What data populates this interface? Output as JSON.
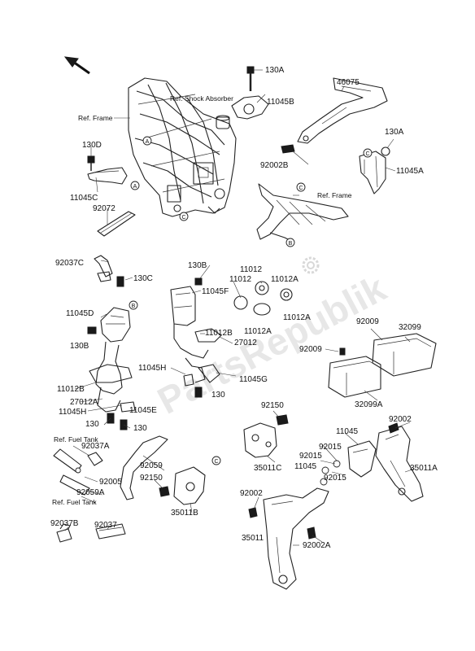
{
  "labels": {
    "l130A_top": "130A",
    "l46075": "46075",
    "lRefShock": "Ref. Shock Absorber",
    "l11045B": "11045B",
    "lRefFrame1": "Ref. Frame",
    "l130D": "130D",
    "l11045C": "11045C",
    "l92072": "92072",
    "l92002B": "92002B",
    "l130A_r": "130A",
    "l11045A": "11045A",
    "lRefFrame2": "Ref. Frame",
    "l92037C": "92037C",
    "l130C": "130C",
    "l130B_m": "130B",
    "l11012_a": "11012",
    "l11012_b": "11012",
    "l11045F": "11045F",
    "l11012A_a": "11012A",
    "l11012A_b": "11012A",
    "l11045D": "11045D",
    "l130B_l": "130B",
    "l11012B_m": "11012B",
    "l27012_m": "27012",
    "l11045H_m": "11045H",
    "l11045G": "11045G",
    "l130_m": "130",
    "l11012B_l": "11012B",
    "l27012A": "27012A",
    "l11045H_l": "11045H",
    "l11045E": "11045E",
    "l130_l1": "130",
    "l130_l2": "130",
    "l92009_a": "92009",
    "l32099": "32099",
    "l92009_b": "92009",
    "l32099A": "32099A",
    "lRefFuel1": "Ref. Fuel Tank",
    "l92037A": "92037A",
    "l92005": "92005",
    "l92059A": "92059A",
    "lRefFuel2": "Ref. Fuel Tank",
    "l92059": "92059",
    "l92150_m": "92150",
    "l35011B": "35011B",
    "l92150_r": "92150",
    "l35011C": "35011C",
    "l11045_r": "11045",
    "l92002_r": "92002",
    "l92015_a": "92015",
    "l11045_r2": "11045",
    "l92015_b": "92015",
    "l92015_c": "92015",
    "l35011A": "35011A",
    "l92002_l": "92002",
    "l35011": "35011",
    "l92002A": "92002A",
    "l92037B": "92037B",
    "l92037": "92037"
  },
  "callouts": {
    "a1": "A",
    "a2": "A",
    "b1": "B",
    "b2": "B",
    "c1": "C",
    "c2": "C",
    "c3": "C",
    "c4": "C"
  },
  "watermark": "PartsRepublik"
}
